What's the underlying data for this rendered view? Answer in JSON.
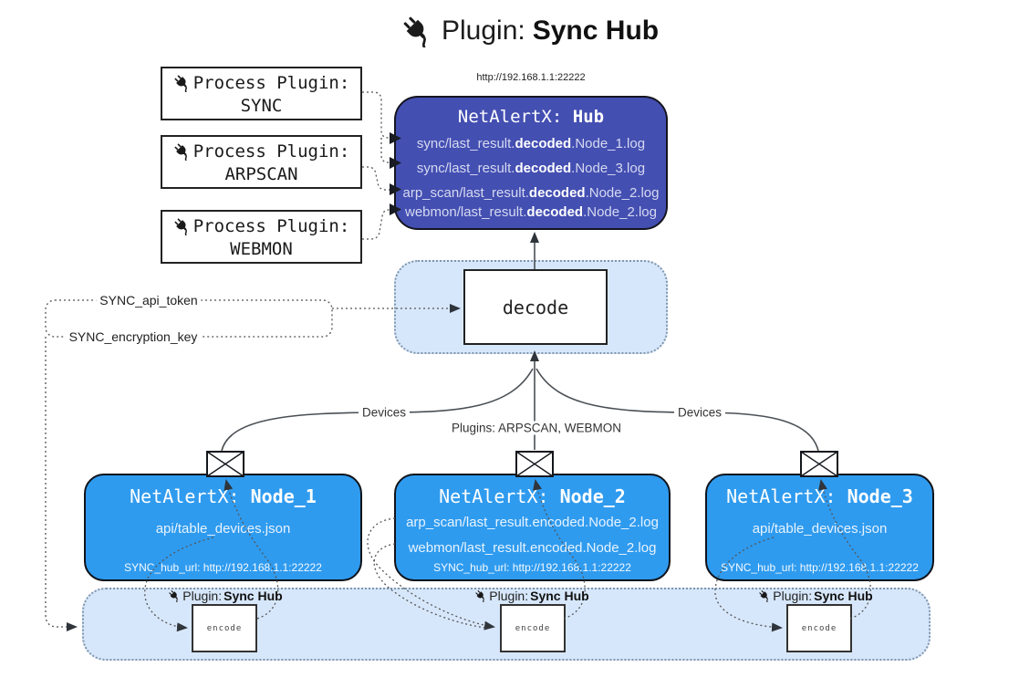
{
  "title": {
    "prefix": "Plugin: ",
    "name": "Sync Hub"
  },
  "hub": {
    "url": "http://192.168.1.1:22222",
    "title_prefix": "NetAlertX: ",
    "title_name": "Hub",
    "files": [
      {
        "pre": "sync/last_result.",
        "mid": "decoded",
        "post": ".Node_1.log"
      },
      {
        "pre": "sync/last_result.",
        "mid": "decoded",
        "post": ".Node_3.log"
      },
      {
        "pre": "arp_scan/last_result.",
        "mid": "decoded",
        "post": ".Node_2.log"
      },
      {
        "pre": "webmon/last_result.",
        "mid": "decoded",
        "post": ".Node_2.log"
      }
    ]
  },
  "process_plugins": [
    {
      "label": "Process Plugin:",
      "name": "SYNC"
    },
    {
      "label": "Process Plugin:",
      "name": "ARPSCAN"
    },
    {
      "label": "Process Plugin:",
      "name": "WEBMON"
    }
  ],
  "decode": {
    "label": "decode"
  },
  "settings": {
    "api_token": "SYNC_api_token",
    "encryption_key": "SYNC_encryption_key"
  },
  "edges": {
    "devices_left": "Devices",
    "plugins_middle": "Plugins: ARPSCAN, WEBMON",
    "devices_right": "Devices"
  },
  "nodes": [
    {
      "title_prefix": "NetAlertX: ",
      "title_name": "Node_1",
      "files": [
        "api/table_devices.json"
      ],
      "hub_url": "SYNC_hub_url: http://192.168.1.1:22222"
    },
    {
      "title_prefix": "NetAlertX: ",
      "title_name": "Node_2",
      "files": [
        "arp_scan/last_result.encoded.Node_2.log",
        "webmon/last_result.encoded.Node_2.log"
      ],
      "hub_url": "SYNC_hub_url: http://192.168.1.1:22222"
    },
    {
      "title_prefix": "NetAlertX: ",
      "title_name": "Node_3",
      "files": [
        "api/table_devices.json"
      ],
      "hub_url": "SYNC_hub_url: http://192.168.1.1:22222"
    }
  ],
  "encoder": {
    "plugin_prefix": "Plugin: ",
    "plugin_name": "Sync Hub",
    "label": "encode"
  },
  "colors": {
    "hub-fill": "#444fb2",
    "node-fill": "#2f9bef",
    "container-fill": "#d7e7fb",
    "container-border": "#8095ab",
    "line": "#4a4f54",
    "accent-text": "#ffffff"
  }
}
